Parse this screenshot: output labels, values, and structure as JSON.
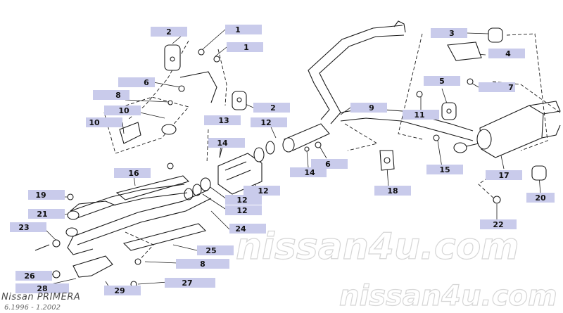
{
  "watermark": {
    "center_text": "nissan4u.com",
    "corner_text": "nissan4u.com"
  },
  "model": {
    "name": "Nissan  PRIMERA",
    "dates": "6.1996  -  1.2002"
  },
  "callouts": [
    {
      "id": "c2a",
      "label": "2"
    },
    {
      "id": "c1a",
      "label": "1"
    },
    {
      "id": "c1b",
      "label": "1"
    },
    {
      "id": "c6a",
      "label": "6"
    },
    {
      "id": "c8a",
      "label": "8"
    },
    {
      "id": "c10a",
      "label": "10"
    },
    {
      "id": "c10b",
      "label": "10"
    },
    {
      "id": "c13",
      "label": "13"
    },
    {
      "id": "c2b",
      "label": "2"
    },
    {
      "id": "c9",
      "label": "9"
    },
    {
      "id": "c3",
      "label": "3"
    },
    {
      "id": "c4",
      "label": "4"
    },
    {
      "id": "c5",
      "label": "5"
    },
    {
      "id": "c7",
      "label": "7"
    },
    {
      "id": "c11",
      "label": "11"
    },
    {
      "id": "c12a",
      "label": "12"
    },
    {
      "id": "c14a",
      "label": "14"
    },
    {
      "id": "c14b",
      "label": "14"
    },
    {
      "id": "c6b",
      "label": "6"
    },
    {
      "id": "c12b",
      "label": "12"
    },
    {
      "id": "c12c",
      "label": "12"
    },
    {
      "id": "c12d",
      "label": "12"
    },
    {
      "id": "c15",
      "label": "15"
    },
    {
      "id": "c16",
      "label": "16"
    },
    {
      "id": "c17",
      "label": "17"
    },
    {
      "id": "c18",
      "label": "18"
    },
    {
      "id": "c19",
      "label": "19"
    },
    {
      "id": "c20",
      "label": "20"
    },
    {
      "id": "c21",
      "label": "21"
    },
    {
      "id": "c22",
      "label": "22"
    },
    {
      "id": "c23",
      "label": "23"
    },
    {
      "id": "c24",
      "label": "24"
    },
    {
      "id": "c25",
      "label": "25"
    },
    {
      "id": "c26",
      "label": "26"
    },
    {
      "id": "c8b",
      "label": "8"
    },
    {
      "id": "c27",
      "label": "27"
    },
    {
      "id": "c28",
      "label": "28"
    },
    {
      "id": "c29",
      "label": "29"
    }
  ]
}
